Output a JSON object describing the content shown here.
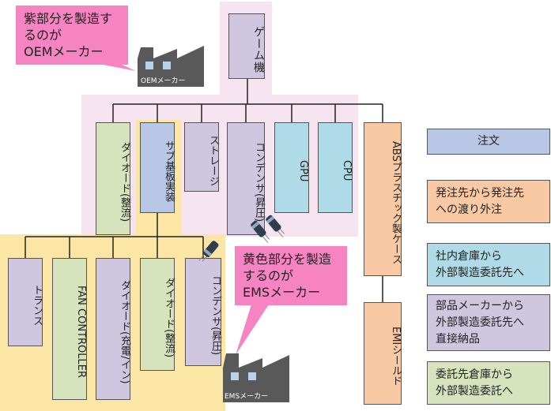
{
  "diagram": {
    "root": "ゲーム機",
    "parts": [
      "ダイオード(整流)",
      "サブ基板実装",
      "ストレージ",
      "コンデンサ(昇圧)",
      "GPU",
      "CPU",
      "ABSプラスチック製ケース"
    ],
    "sub_parts": [
      "トランス",
      "FAN CONTROLLER",
      "ダイオード(充電/イン)",
      "ダイオード(整流)",
      "コンデンサ(昇圧)"
    ],
    "extra_part": "EMIシールド"
  },
  "callouts": {
    "oem_text_line1": "紫部分を製造す",
    "oem_text_line2": "るのが",
    "oem_text_line3": "OEMメーカー",
    "ems_text_line1": "黄色部分を製造",
    "ems_text_line2": "するのが",
    "ems_text_line3": "EMSメーカー"
  },
  "factories": {
    "oem_label": "OEMメーカー",
    "ems_label": "EMSメーカー"
  },
  "legend": [
    {
      "label": "注文",
      "color": "#b8c7e6"
    },
    {
      "label_line1": "発注先から発注先",
      "label_line2": "への渡り外注",
      "color": "#f9c9a4"
    },
    {
      "label_line1": "社内倉庫から",
      "label_line2": "外部製造委託先へ",
      "color": "#aedbe7"
    },
    {
      "label_line1": "部品メーカーから",
      "label_line2": "外部製造委託先へ",
      "label_line3": "直接納品",
      "color": "#cfc6df"
    },
    {
      "label_line1": "委託先倉庫から",
      "label_line2": "外部製造委託へ",
      "color": "#d6e3bd"
    }
  ],
  "colors": {
    "oem_zone": "#f7e4f1",
    "ems_zone": "#fbe6a6",
    "callout": "#f784c2",
    "factory": "#595959"
  },
  "icons": [
    "factory-icon",
    "capacitor-icon"
  ]
}
